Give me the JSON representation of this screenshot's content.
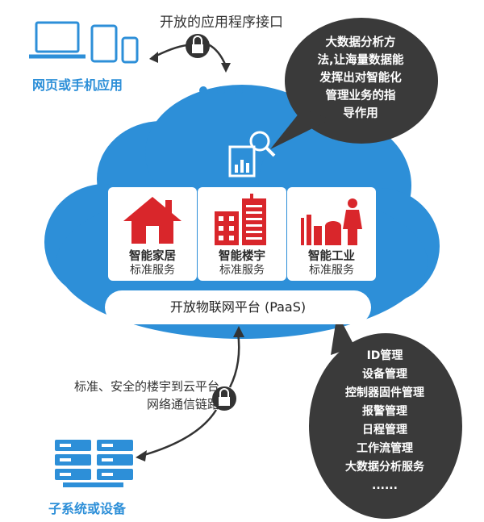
{
  "top": {
    "api_label": "开放的应用程序接口",
    "web_mobile_label": "网页或手机应用"
  },
  "bubble_top": {
    "lines": [
      "大数据分析方",
      "法,让海量数据能",
      "发挥出对智能化",
      "管理业务的指",
      "导作用"
    ]
  },
  "services": [
    {
      "title": "智能家居",
      "sub": "标准服务",
      "icon": "house-icon"
    },
    {
      "title": "智能楼宇",
      "sub": "标准服务",
      "icon": "building-icon"
    },
    {
      "title": "智能工业",
      "sub": "标准服务",
      "icon": "factory-worker-icon"
    }
  ],
  "platform": {
    "label": "开放物联网平台 (PaaS)"
  },
  "security_link": {
    "lines": [
      "标准、安全的楼宇到云平台",
      "网络通信链路"
    ]
  },
  "bubble_bottom": {
    "items": [
      "ID管理",
      "设备管理",
      "控制器固件管理",
      "报警管理",
      "日程管理",
      "工作流管理",
      "大数据分析服务",
      "......"
    ]
  },
  "bottom": {
    "subsystem_label": "子系统或设备"
  },
  "colors": {
    "cloud": "#2d8fd8",
    "bubble": "#3a3a3a",
    "red": "#d9262b"
  }
}
